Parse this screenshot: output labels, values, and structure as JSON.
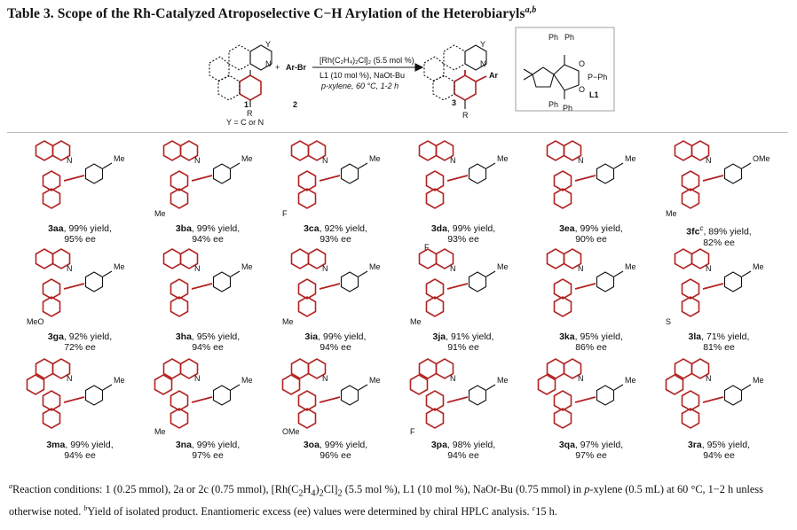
{
  "title": "Table 3. Scope of the Rh-Catalyzed Atroposelective C−H Arylation of the Heterobiaryls",
  "title_sup": "a,b",
  "scheme": {
    "reagent": "Ar-Br",
    "plus": "+",
    "catalyst": "[Rh(C₂H₄)₂Cl]₂ (5.5 mol %)",
    "ligand_line": "L1 (10 mol %), NaOt-Bu",
    "conditions": "p-xylene, 60 °C, 1-2 h",
    "sm_label": "1",
    "reagent_label": "2",
    "product_label": "3",
    "ycond": "Y = C or N",
    "Y": "Y",
    "N": "N",
    "R": "R",
    "Ar": "Ar",
    "ligand_label": "L1",
    "Ph": "Ph",
    "O": "O",
    "P_Ph": "P−Ph"
  },
  "compounds": [
    {
      "id": "3aa",
      "line1": ", 99% yield,",
      "line2": "95% ee",
      "sub": "Me",
      "sup": ""
    },
    {
      "id": "3ba",
      "line1": ", 99% yield,",
      "line2": "94% ee",
      "sub": "Me",
      "sup": "",
      "extra": "Me"
    },
    {
      "id": "3ca",
      "line1": ", 92% yield,",
      "line2": "93% ee",
      "sub": "Me",
      "sup": "",
      "extra": "F"
    },
    {
      "id": "3da",
      "line1": ", 99% yield,",
      "line2": "93% ee",
      "sub": "Me",
      "sup": ""
    },
    {
      "id": "3ea",
      "line1": ", 99% yield,",
      "line2": "90% ee",
      "sub": "Me",
      "sup": ""
    },
    {
      "id": "3fc",
      "line1": " 89% yield,",
      "line2": "82% ee",
      "sub": "OMe",
      "sup": "c",
      "extra": "Me"
    },
    {
      "id": "3ga",
      "line1": ", 92% yield,",
      "line2": "72% ee",
      "sub": "Me",
      "sup": "",
      "extra": "MeO"
    },
    {
      "id": "3ha",
      "line1": ", 95% yield,",
      "line2": "94% ee",
      "sub": "Me",
      "sup": ""
    },
    {
      "id": "3ia",
      "line1": ", 99% yield,",
      "line2": "94% ee",
      "sub": "Me",
      "sup": "",
      "extra": "Me"
    },
    {
      "id": "3ja",
      "line1": ", 91% yield,",
      "line2": "91% ee",
      "sub": "Me",
      "sup": "",
      "extra": "Me",
      "extra2": "F"
    },
    {
      "id": "3ka",
      "line1": ", 95% yield,",
      "line2": "86% ee",
      "sub": "Me",
      "sup": ""
    },
    {
      "id": "3la",
      "line1": ", 71% yield,",
      "line2": "81% ee",
      "sub": "Me",
      "sup": "",
      "extra": "S"
    },
    {
      "id": "3ma",
      "line1": ", 99% yield,",
      "line2": "94% ee",
      "sub": "Me",
      "sup": ""
    },
    {
      "id": "3na",
      "line1": ", 99% yield,",
      "line2": "97% ee",
      "sub": "Me",
      "sup": "",
      "extra": "Me"
    },
    {
      "id": "3oa",
      "line1": ", 99% yield,",
      "line2": "96% ee",
      "sub": "Me",
      "sup": "",
      "extra": "OMe"
    },
    {
      "id": "3pa",
      "line1": ", 98% yield,",
      "line2": "94% ee",
      "sub": "Me",
      "sup": "",
      "extra": "F"
    },
    {
      "id": "3qa",
      "line1": ", 97% yield,",
      "line2": "97% ee",
      "sub": "Me",
      "sup": ""
    },
    {
      "id": "3ra",
      "line1": ", 95% yield,",
      "line2": "94% ee",
      "sub": "Me",
      "sup": ""
    }
  ],
  "notes": {
    "a_mark": "a",
    "a_text_1": "Reaction conditions: 1 (0.25 mmol), 2a or 2c (0.75 mmol), [Rh(C",
    "a_text_2": "H",
    "a_text_3": ")",
    "a_text_4": "Cl]",
    "a_text_5": " (5.5 mol %), L1 (10 mol %), NaO",
    "a_text_6": "t",
    "a_text_7": "-Bu (0.75 mmol) in ",
    "a_text_8": "p",
    "a_text_9": "-xylene (0.5 mL) at 60 °C, 1−2 h unless otherwise noted. ",
    "b_mark": "b",
    "b_text": "Yield of isolated product. Enantiomeric excess (ee) values were determined by chiral HPLC analysis. ",
    "c_mark": "c",
    "c_text": "15 h."
  },
  "colors": {
    "accent": "#b22222",
    "text": "#111111",
    "rule": "#bdbdbd"
  }
}
